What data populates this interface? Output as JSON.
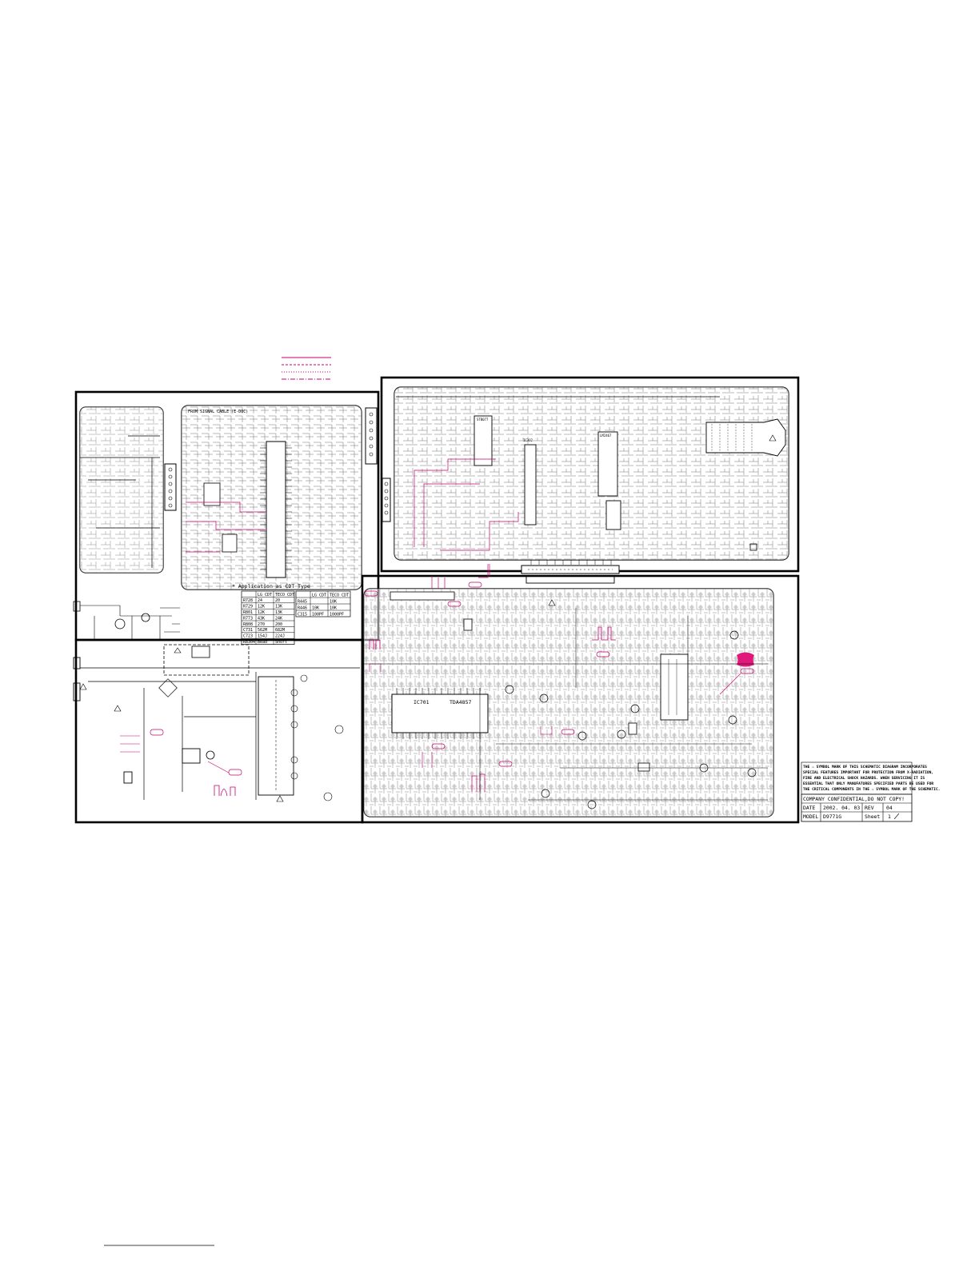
{
  "signal_cable_label": "FROM SIGNAL CABLE (E-DOC)",
  "application_title": "* Application as CDT Type",
  "cdt_table": {
    "headers": [
      "",
      "LG CDT",
      "TECO CDT"
    ],
    "rows": [
      [
        "R728",
        "24",
        "20"
      ],
      [
        "R729",
        "12K",
        "13K"
      ],
      [
        "R801",
        "12K",
        "13K"
      ],
      [
        "R773",
        "43K",
        "24K"
      ],
      [
        "R808",
        "270",
        "200"
      ],
      [
        "C731",
        "562M",
        "682M"
      ],
      [
        "C723",
        "154J",
        "224J"
      ],
      [
        "R8304",
        "Bead",
        "Short"
      ]
    ]
  },
  "cdt_table2": {
    "headers": [
      "",
      "LG CDT",
      "TECO CDT"
    ],
    "rows": [
      [
        "R445",
        "",
        "10K"
      ],
      [
        "R446",
        "10K",
        "10K"
      ],
      [
        "C315",
        "100PF",
        "1000PF"
      ]
    ]
  },
  "ic701_labels": {
    "ref": "IC701",
    "part": "TDA4857"
  },
  "ic_labels": [
    "IC302",
    "LM2467",
    "STB077"
  ],
  "safety_note": [
    "THE ⚠ SYMBOL MARK OF THIS SCHEMATIC DIAGRAM INCORPORATES",
    "SPECIAL FEATURES IMPORTANT FOR PROTECTION FROM X-RADIATION,",
    "FIRE AND ELECTRICAL SHOCK HAZARDS. WHEN SERVICING IT IS",
    "ESSENTIAL THAT ONLY MANUFATURES SPECIFIED PARTS BE USED FOR",
    "THE CRITICAL COMPONENTS IN THE ⚠ SYMBOL MARK OF THE SCHEMATIC."
  ],
  "title_block": {
    "confidential": "COMPANY CONFIDENTIAL,DO NOT COPY!",
    "date_label": "DATE",
    "date_value": "2002. 04. 03",
    "rev_label": "REV",
    "rev_value": "04",
    "model_label": "MODEL",
    "model_value": "D9771G",
    "sheet_label": "Sheet",
    "sheet_value": "1"
  },
  "colors": {
    "ink": "#000000",
    "annotation": "#c8006e",
    "highlight": "#e0187a"
  }
}
